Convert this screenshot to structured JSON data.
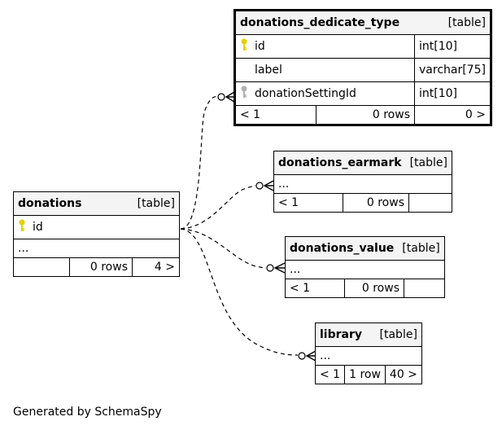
{
  "footer": "Generated by SchemaSpy",
  "tables": {
    "dedicate_type": {
      "name": "donations_dedicate_type",
      "kind": "[table]",
      "columns": [
        {
          "name": "id",
          "type": "int[10]",
          "key": "primary"
        },
        {
          "name": "label",
          "type": "varchar[75]",
          "key": "none"
        },
        {
          "name": "donationSettingId",
          "type": "int[10]",
          "key": "foreign"
        }
      ],
      "footer": {
        "parents": "< 1",
        "rows": "0 rows",
        "children": "0 >"
      }
    },
    "earmark": {
      "name": "donations_earmark",
      "kind": "[table]",
      "ellipsis": "...",
      "footer": {
        "parents": "< 1",
        "rows": "0 rows",
        "children": ""
      }
    },
    "donations": {
      "name": "donations",
      "kind": "[table]",
      "columns": [
        {
          "name": "id",
          "key": "primary"
        }
      ],
      "ellipsis": "...",
      "footer": {
        "parents": "",
        "rows": "0 rows",
        "children": "4 >"
      }
    },
    "value": {
      "name": "donations_value",
      "kind": "[table]",
      "ellipsis": "...",
      "footer": {
        "parents": "< 1",
        "rows": "0 rows",
        "children": ""
      }
    },
    "library": {
      "name": "library",
      "kind": "[table]",
      "ellipsis": "...",
      "footer": {
        "parents": "< 1",
        "rows": "1 row",
        "children": "40 >"
      }
    }
  },
  "colors": {
    "primary_key": "#e6cf00",
    "foreign_key": "#b0b0b0",
    "header_bg": "#f4f4f4"
  },
  "icons": {
    "primary_key": "key-icon",
    "foreign_key": "foreign-key-icon"
  }
}
